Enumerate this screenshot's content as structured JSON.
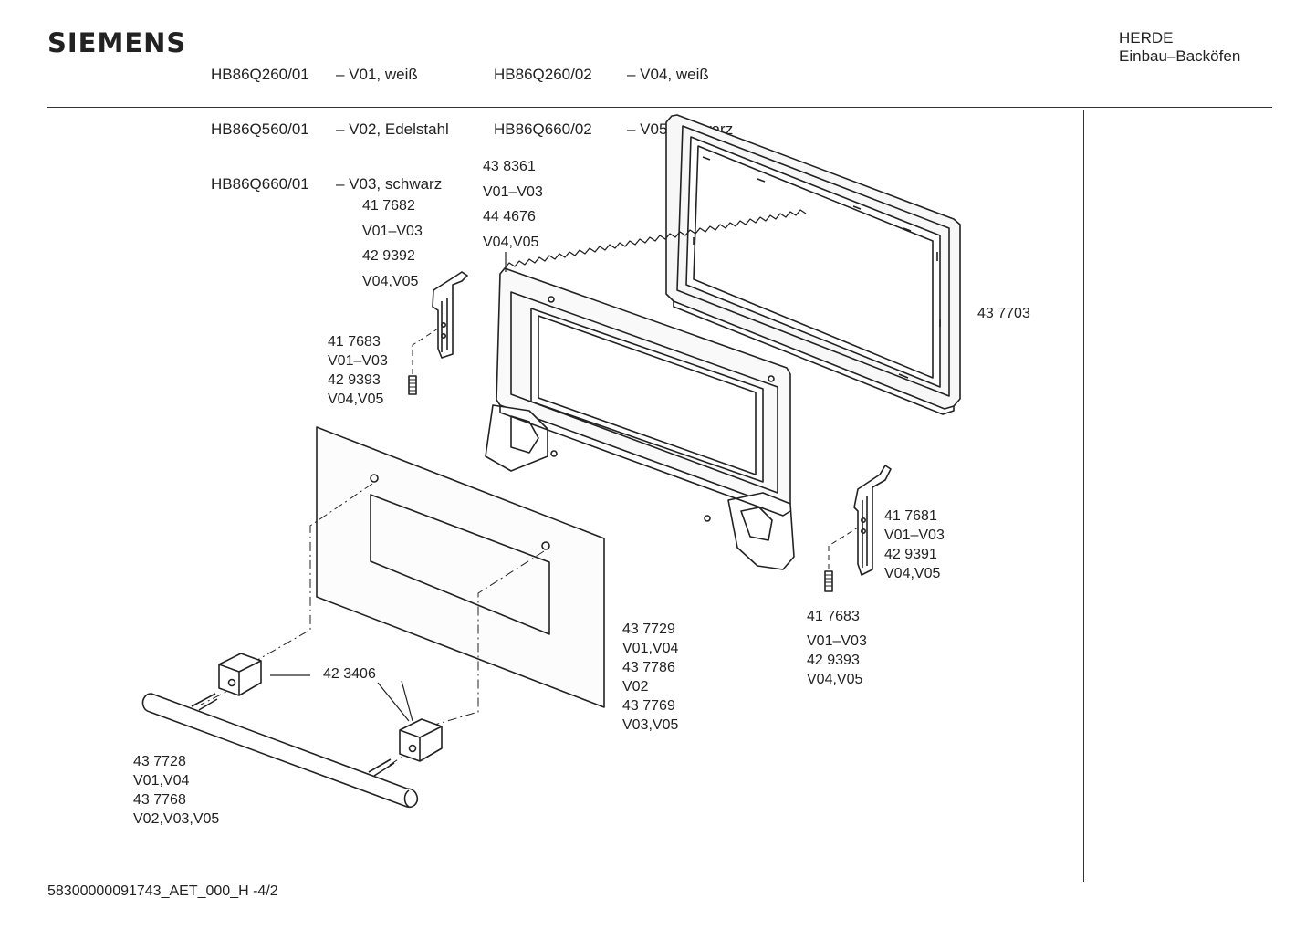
{
  "brand": "SIEMENS",
  "models": {
    "col1": [
      {
        "model": "HB86Q260/01",
        "variant": "– V01, weiß"
      },
      {
        "model": "HB86Q560/01",
        "variant": "– V02, Edelstahl"
      },
      {
        "model": "HB86Q660/01",
        "variant": "– V03, schwarz"
      }
    ],
    "col2": [
      {
        "model": "HB86Q260/02",
        "variant": "– V04, weiß"
      },
      {
        "model": "HB86Q660/02",
        "variant": "– V05, schwarz"
      }
    ]
  },
  "category": {
    "line1": "HERDE",
    "line2": "Einbau–Backöfen"
  },
  "parts": {
    "frame_inner": [
      "43 8361",
      "V01–V03",
      "44 4676",
      "V04,V05"
    ],
    "hinge_left": [
      "41 7682",
      "V01–V03",
      "42 9392",
      "V04,V05"
    ],
    "spring_left": [
      "41 7683",
      "V01–V03",
      "42 9393",
      "V04,V05"
    ],
    "frame_outer": [
      "43 7703"
    ],
    "hinge_right": [
      "41 7681",
      "V01–V03",
      "42 9391",
      "V04,V05"
    ],
    "spring_right": [
      "41 7683",
      "V01–V03",
      "42 9393",
      "V04,V05"
    ],
    "glass_panel": [
      "43 7729",
      "V01,V04",
      "43 7786",
      "V02",
      "43 7769",
      "V03,V05"
    ],
    "handle_mount": [
      "42 3406"
    ],
    "handle": [
      "43 7728",
      "V01,V04",
      "43 7768",
      "V02,V03,V05"
    ]
  },
  "footer": "58300000091743_AET_000_H  -4/2"
}
